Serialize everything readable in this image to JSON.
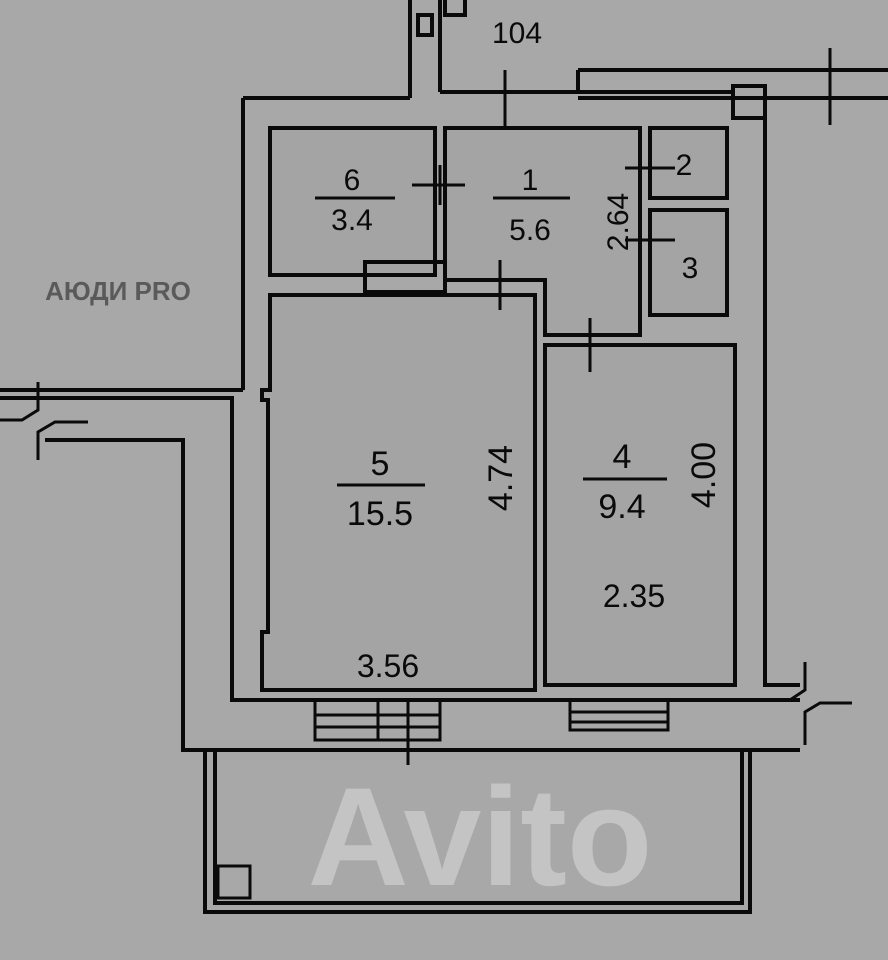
{
  "plan": {
    "neighbor_label": "104",
    "rooms": [
      {
        "number": "1",
        "area": "5.6"
      },
      {
        "number": "2",
        "area": ""
      },
      {
        "number": "3",
        "area": ""
      },
      {
        "number": "4",
        "area": "9.4"
      },
      {
        "number": "5",
        "area": "15.5"
      },
      {
        "number": "6",
        "area": "3.4"
      }
    ],
    "dimensions": {
      "room1_side": "2.64",
      "room5_length": "4.74",
      "room5_width": "3.56",
      "room4_length": "4.00",
      "room4_width": "2.35"
    },
    "watermarks": [
      "Avito",
      "АЮДИ PRO"
    ]
  }
}
